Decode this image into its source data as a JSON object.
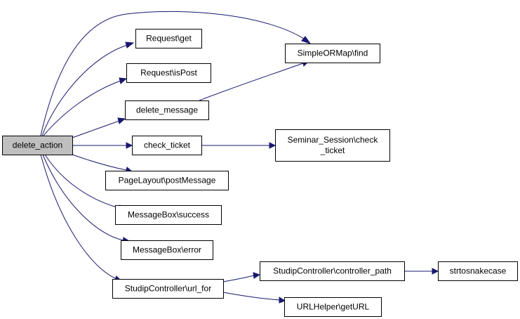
{
  "diagram": {
    "colors": {
      "edge": "#191970",
      "node_border": "#000000",
      "node_fill": "#ffffff",
      "root_fill": "#bfbfbf",
      "text": "#000000"
    },
    "nodes": [
      {
        "id": "delete_action",
        "lines": [
          "delete_action"
        ],
        "root": true
      },
      {
        "id": "request_get",
        "lines": [
          "Request\\get"
        ]
      },
      {
        "id": "simpleormap_find",
        "lines": [
          "SimpleORMap\\find"
        ]
      },
      {
        "id": "request_ispost",
        "lines": [
          "Request\\isPost"
        ]
      },
      {
        "id": "delete_message",
        "lines": [
          "delete_message"
        ]
      },
      {
        "id": "check_ticket",
        "lines": [
          "check_ticket"
        ]
      },
      {
        "id": "seminar_session_check_ticket",
        "lines": [
          "Seminar_Session\\check",
          "_ticket"
        ]
      },
      {
        "id": "pagelayout_postmessage",
        "lines": [
          "PageLayout\\postMessage"
        ]
      },
      {
        "id": "messagebox_success",
        "lines": [
          "MessageBox\\success"
        ]
      },
      {
        "id": "messagebox_error",
        "lines": [
          "MessageBox\\error"
        ]
      },
      {
        "id": "studipcontroller_url_for",
        "lines": [
          "StudipController\\url_for"
        ]
      },
      {
        "id": "studipcontroller_controller_path",
        "lines": [
          "StudipController\\controller_path"
        ]
      },
      {
        "id": "strtosnakecase",
        "lines": [
          "strtosnakecase"
        ]
      },
      {
        "id": "urlhelper_geturl",
        "lines": [
          "URLHelper\\getURL"
        ]
      }
    ],
    "edges": [
      {
        "from": "delete_action",
        "to": "simpleormap_find"
      },
      {
        "from": "delete_action",
        "to": "request_get"
      },
      {
        "from": "delete_action",
        "to": "request_ispost"
      },
      {
        "from": "delete_action",
        "to": "delete_message"
      },
      {
        "from": "delete_action",
        "to": "check_ticket"
      },
      {
        "from": "delete_action",
        "to": "pagelayout_postmessage"
      },
      {
        "from": "delete_action",
        "to": "messagebox_success"
      },
      {
        "from": "delete_action",
        "to": "messagebox_error"
      },
      {
        "from": "delete_action",
        "to": "studipcontroller_url_for"
      },
      {
        "from": "delete_message",
        "to": "simpleormap_find"
      },
      {
        "from": "check_ticket",
        "to": "seminar_session_check_ticket"
      },
      {
        "from": "studipcontroller_url_for",
        "to": "studipcontroller_controller_path"
      },
      {
        "from": "studipcontroller_url_for",
        "to": "urlhelper_geturl"
      },
      {
        "from": "studipcontroller_controller_path",
        "to": "strtosnakecase"
      }
    ]
  }
}
